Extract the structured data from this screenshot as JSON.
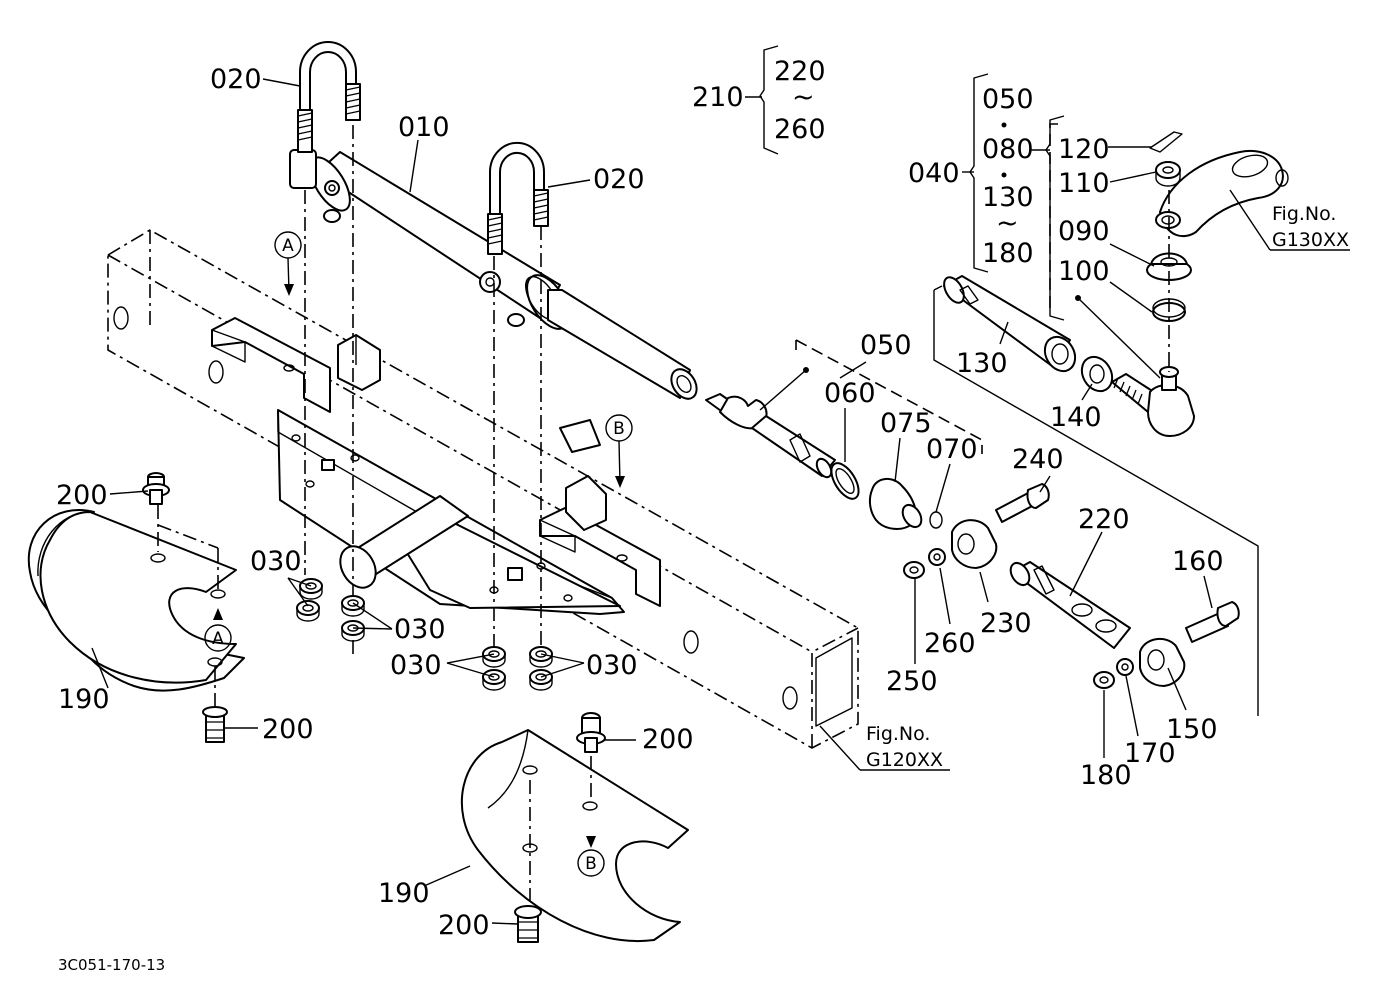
{
  "diagram_code": "3C051-170-13",
  "fig_refs": [
    {
      "title": "Fig.No.",
      "code": "G120XX"
    },
    {
      "title": "Fig.No.",
      "code": "G130XX"
    }
  ],
  "callouts": {
    "c010": "010",
    "c020a": "020",
    "c020b": "020",
    "c030a": "030",
    "c030b": "030",
    "c030c": "030",
    "c030d": "030",
    "c040": "040",
    "c050": "050",
    "c060": "060",
    "c070": "070",
    "c075": "075",
    "c090": "090",
    "c100": "100",
    "c110": "110",
    "c120": "120",
    "c130": "130",
    "c140": "140",
    "c150": "150",
    "c160": "160",
    "c170": "170",
    "c180": "180",
    "c190a": "190",
    "c190b": "190",
    "c200a": "200",
    "c200b": "200",
    "c200c": "200",
    "c200d": "200",
    "c210": "210",
    "c220": "220",
    "c230": "230",
    "c240": "240",
    "c250": "250",
    "c260": "260"
  },
  "groups": {
    "g210_from": "220",
    "g210_to": "260",
    "g040_a": "050",
    "g040_b": "080",
    "g040_c": "130",
    "g040_d": "180",
    "tilde": "~"
  },
  "markers": {
    "a": "A",
    "b": "B"
  }
}
